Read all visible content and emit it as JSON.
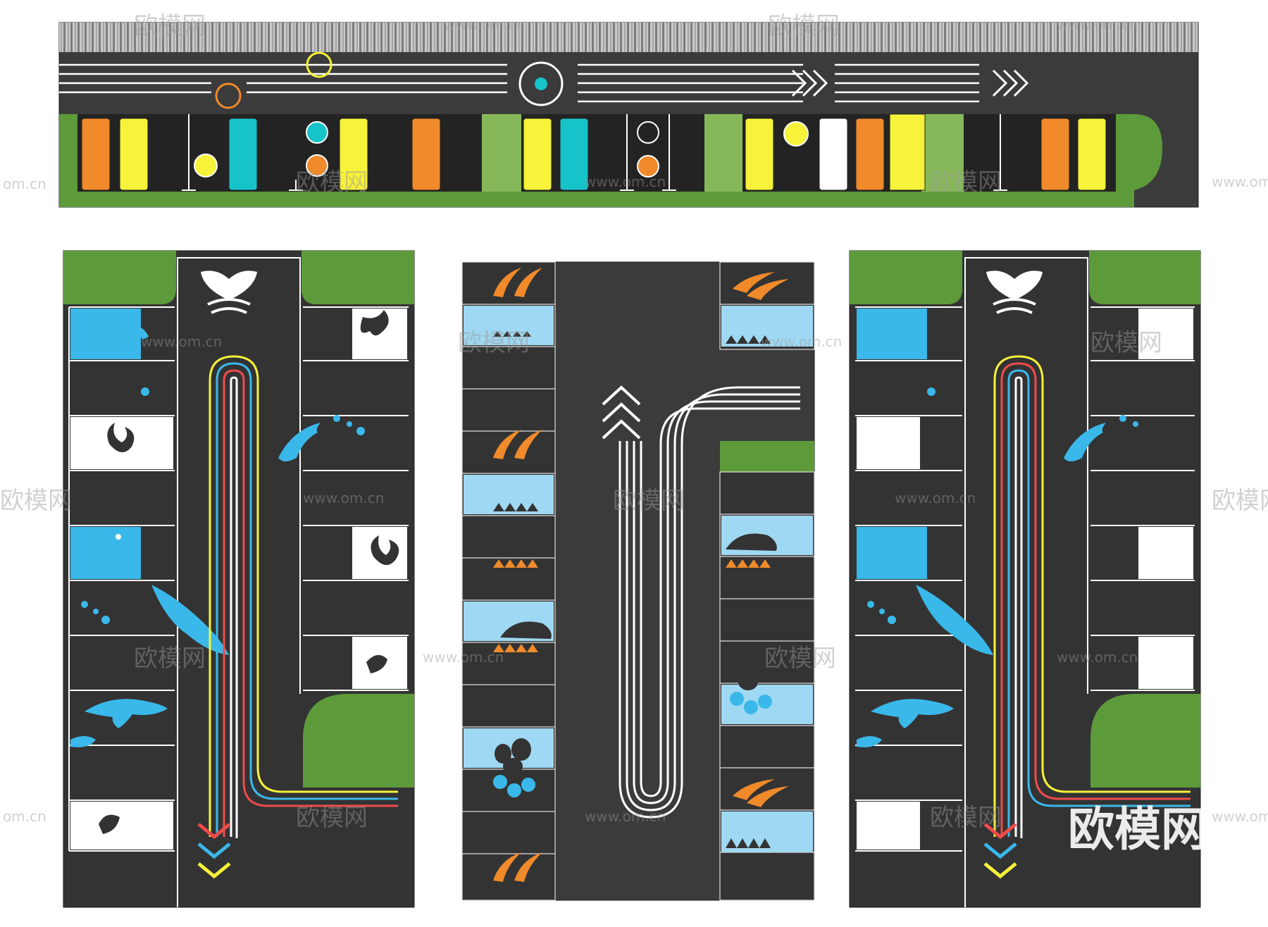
{
  "watermark": {
    "brand": "欧模网",
    "url": "www.om.cn",
    "url_short": "om.cn"
  },
  "palette": {
    "asphalt": "#3b3b3b",
    "asphalt_dark": "#2a2a2a",
    "lot_dark": "#333333",
    "grass": "#5d9a3a",
    "grass_light": "#86b85a",
    "orange": "#f08a2a",
    "yellow": "#f7f23a",
    "teal": "#16c3c9",
    "sky": "#3ab8ea",
    "sky_light": "#9fd8f2",
    "red": "#ef4b4b",
    "white": "#ffffff"
  },
  "icons": [
    "fish-tail-icon",
    "whale-icon",
    "dolphin-icon",
    "wave-icon",
    "leaf-icon",
    "drop-icon",
    "chevron-icon",
    "circle-icon"
  ]
}
